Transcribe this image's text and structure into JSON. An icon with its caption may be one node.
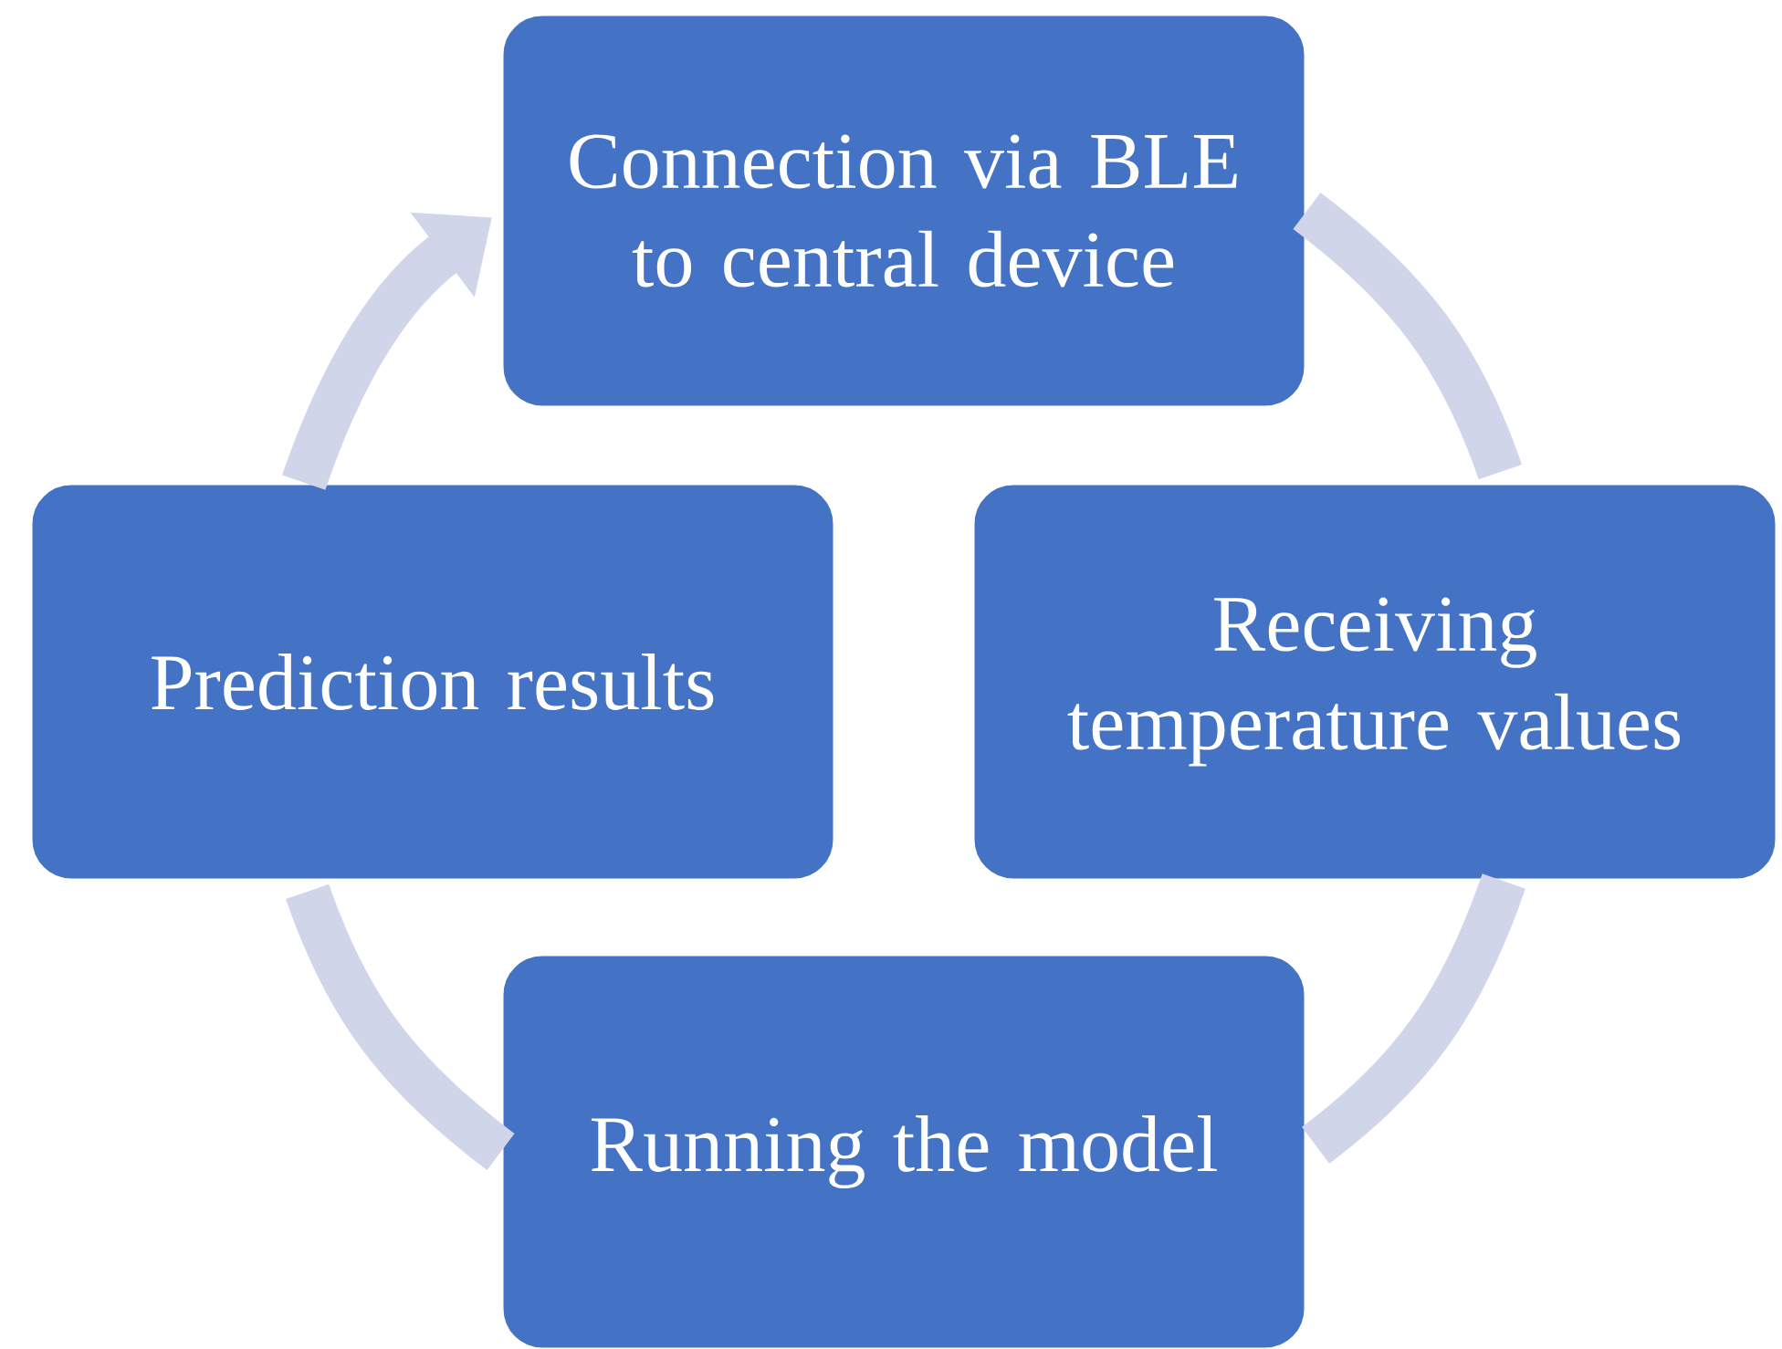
{
  "diagram": {
    "nodes": [
      {
        "text": [
          "Connection via BLE to central device"
        ]
      },
      {
        "text": [
          "Receiving temperature values"
        ]
      },
      {
        "text": [
          "Running the model"
        ]
      },
      {
        "text": [
          "Prediction results"
        ]
      }
    ],
    "edges": [
      {
        "from": 0,
        "to": 1,
        "arrow": "none"
      },
      {
        "from": 1,
        "to": 2,
        "arrow": "none"
      },
      {
        "from": 2,
        "to": 3,
        "arrow": "none"
      },
      {
        "from": 3,
        "to": 0,
        "arrow": "to"
      }
    ]
  }
}
